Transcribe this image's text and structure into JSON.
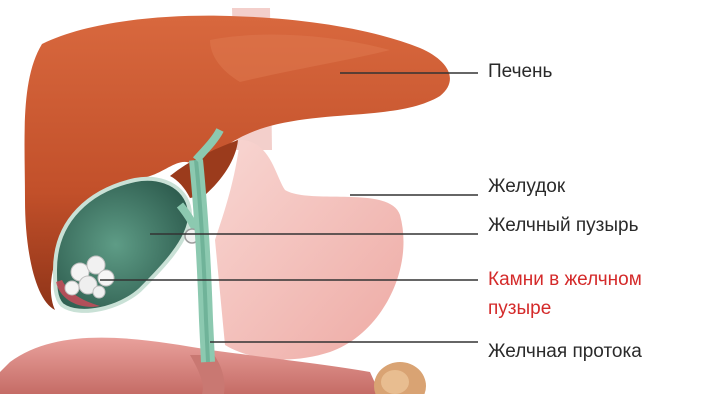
{
  "labels": {
    "liver": "Печень",
    "stomach": "Желудок",
    "gallbladder": "Желчный пузырь",
    "gallstones_line1": "Камни в желчном",
    "gallstones_line2": "пузыре",
    "bile_duct": "Желчная протока"
  },
  "colors": {
    "liver": "#c8552d",
    "stomach": "#f3c2bd",
    "gallbladder": "#4f8a78",
    "bile_duct": "#8cc9b0",
    "highlight_label": "#d42a2a",
    "leader_line": "#333333"
  }
}
